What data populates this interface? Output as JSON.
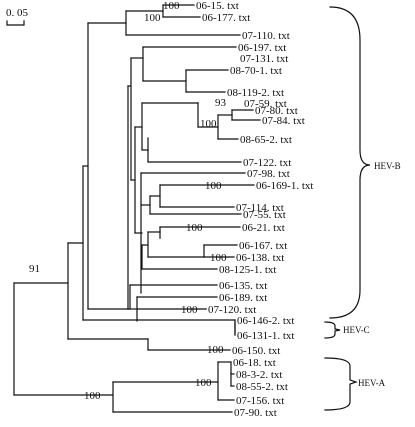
{
  "scale_label": "0. 05",
  "leaves": [
    "06-15. txt",
    "06-177. txt",
    "07-110. txt",
    "06-197. txt",
    "07-131. txt",
    "08-70-1. txt",
    "08-119-2. txt",
    "07-59. txt",
    "07-80. txt",
    "07-84. txt",
    "08-65-2. txt",
    "07-122. txt",
    "07-98. txt",
    "06-169-1. txt",
    "07-114. txt",
    "07-55. txt",
    "06-21. txt",
    "06-167. txt",
    "06-138. txt",
    "08-125-1. txt",
    "06-135. txt",
    "06-189. txt",
    "07-120. txt",
    "06-146-2. txt",
    "06-131-1. txt",
    "06-150. txt",
    "06-18. txt",
    "08-3-2. txt",
    "08-55-2. txt",
    "07-156. txt",
    "07-90. txt"
  ],
  "bootstrap": {
    "b1": "100",
    "b2": "100",
    "b3": "93",
    "b4": "100",
    "b5": "100",
    "b6": "100",
    "b7": "100",
    "b8": "100",
    "b9": "100",
    "b10": "100",
    "b11": "100",
    "b12": "91"
  },
  "clades": {
    "hev_b": "HEV-B",
    "hev_c": "HEV-C",
    "hev_a": "HEV-A"
  }
}
